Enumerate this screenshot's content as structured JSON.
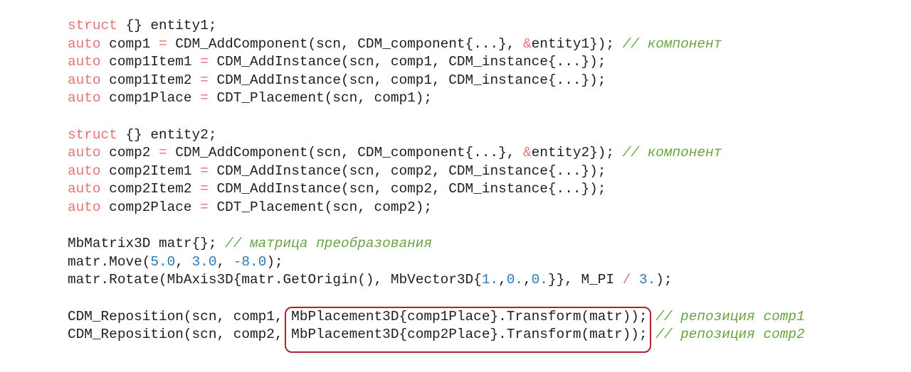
{
  "code_lines": [
    [
      [
        "kw",
        "struct"
      ],
      [
        "t",
        " {} entity1;"
      ]
    ],
    [
      [
        "kw",
        "auto"
      ],
      [
        "t",
        " comp1 "
      ],
      [
        "op",
        "="
      ],
      [
        "t",
        " CDM_AddComponent(scn, CDM_component{...}, "
      ],
      [
        "op",
        "&"
      ],
      [
        "t",
        "entity1}); "
      ],
      [
        "cm",
        "// компонент"
      ]
    ],
    [
      [
        "kw",
        "auto"
      ],
      [
        "t",
        " comp1Item1 "
      ],
      [
        "op",
        "="
      ],
      [
        "t",
        " CDM_AddInstance(scn, comp1, CDM_instance{...});"
      ]
    ],
    [
      [
        "kw",
        "auto"
      ],
      [
        "t",
        " comp1Item2 "
      ],
      [
        "op",
        "="
      ],
      [
        "t",
        " CDM_AddInstance(scn, comp1, CDM_instance{...});"
      ]
    ],
    [
      [
        "kw",
        "auto"
      ],
      [
        "t",
        " comp1Place "
      ],
      [
        "op",
        "="
      ],
      [
        "t",
        " CDT_Placement(scn, comp1);"
      ]
    ],
    [],
    [
      [
        "kw",
        "struct"
      ],
      [
        "t",
        " {} entity2;"
      ]
    ],
    [
      [
        "kw",
        "auto"
      ],
      [
        "t",
        " comp2 "
      ],
      [
        "op",
        "="
      ],
      [
        "t",
        " CDM_AddComponent(scn, CDM_component{...}, "
      ],
      [
        "op",
        "&"
      ],
      [
        "t",
        "entity2}); "
      ],
      [
        "cm",
        "// компонент"
      ]
    ],
    [
      [
        "kw",
        "auto"
      ],
      [
        "t",
        " comp2Item1 "
      ],
      [
        "op",
        "="
      ],
      [
        "t",
        " CDM_AddInstance(scn, comp2, CDM_instance{...});"
      ]
    ],
    [
      [
        "kw",
        "auto"
      ],
      [
        "t",
        " comp2Item2 "
      ],
      [
        "op",
        "="
      ],
      [
        "t",
        " CDM_AddInstance(scn, comp2, CDM_instance{...});"
      ]
    ],
    [
      [
        "kw",
        "auto"
      ],
      [
        "t",
        " comp2Place "
      ],
      [
        "op",
        "="
      ],
      [
        "t",
        " CDT_Placement(scn, comp2);"
      ]
    ],
    [],
    [
      [
        "t",
        "MbMatrix3D matr{}; "
      ],
      [
        "cm",
        "// матрица преобразования"
      ]
    ],
    [
      [
        "t",
        "matr.Move("
      ],
      [
        "num",
        "5.0"
      ],
      [
        "t",
        ", "
      ],
      [
        "num",
        "3.0"
      ],
      [
        "t",
        ", "
      ],
      [
        "num",
        "-8.0"
      ],
      [
        "t",
        ");"
      ]
    ],
    [
      [
        "t",
        "matr.Rotate(MbAxis3D{matr.GetOrigin(), MbVector3D{"
      ],
      [
        "num",
        "1."
      ],
      [
        "t",
        ","
      ],
      [
        "num",
        "0."
      ],
      [
        "t",
        ","
      ],
      [
        "num",
        "0."
      ],
      [
        "t",
        "}}, M_PI "
      ],
      [
        "op",
        "/"
      ],
      [
        "t",
        " "
      ],
      [
        "num",
        "3."
      ],
      [
        "t",
        ");"
      ]
    ],
    [],
    [
      [
        "t",
        "CDM_Reposition(scn, comp1, MbPlacement3D{comp1Place}.Transform(matr)); "
      ],
      [
        "cm",
        "// репозиция comp1"
      ]
    ],
    [
      [
        "t",
        "CDM_Reposition(scn, comp2, MbPlacement3D{comp2Place}.Transform(matr)); "
      ],
      [
        "cm",
        "// репозиция comp2"
      ]
    ]
  ],
  "colors": {
    "keyword": "#e57373",
    "number": "#2a7ab8",
    "comment": "#6aa341",
    "highlight_box": "#b0202e"
  }
}
